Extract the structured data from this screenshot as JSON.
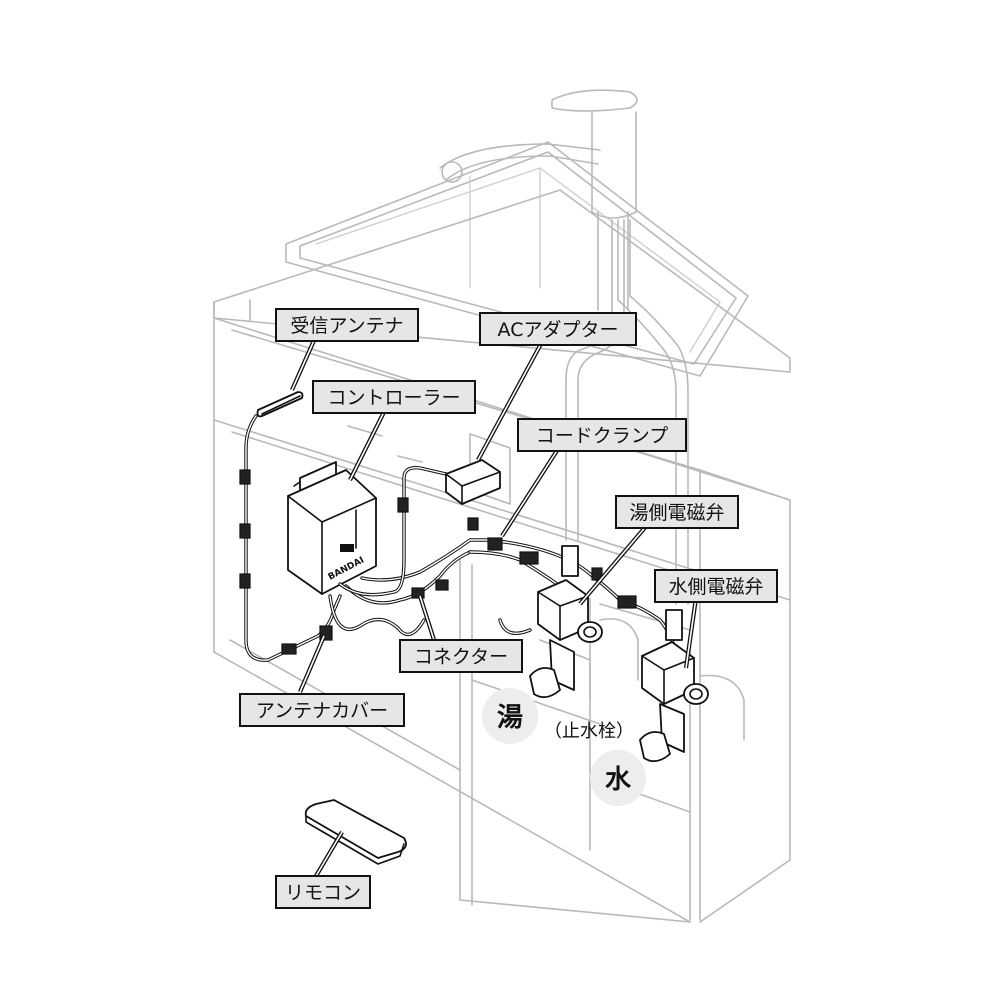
{
  "labels": {
    "receiver_antenna": "受信アンテナ",
    "ac_adapter": "ACアダプター",
    "controller": "コントローラー",
    "cord_clamp": "コードクランプ",
    "hot_valve": "湯側電磁弁",
    "cold_valve": "水側電磁弁",
    "connector": "コネクター",
    "antenna_cover": "アンテナカバー",
    "remote": "リモコン"
  },
  "marks": {
    "hot": "湯",
    "cold": "水",
    "stop_valve": "（止水栓）"
  },
  "controller_brand": "BANDAI",
  "colors": {
    "label_fill": "#e6e6e6",
    "outline": "#111111",
    "background_lines": "#b9b9b9"
  }
}
